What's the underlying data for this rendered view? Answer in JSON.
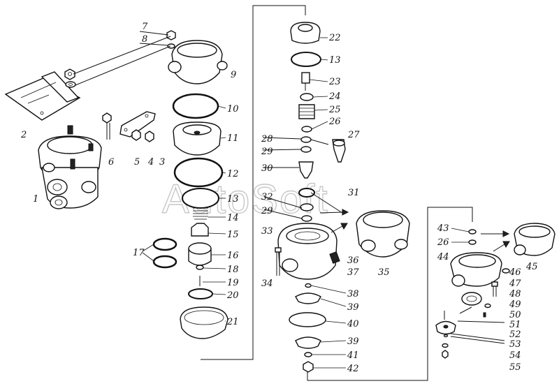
{
  "watermark": "AutoSoft",
  "labels": {
    "l1": "1",
    "l2": "2",
    "l3": "3",
    "l4": "4",
    "l5": "5",
    "l6": "6",
    "l7": "7",
    "l8": "8",
    "l9": "9",
    "l10": "10",
    "l11": "11",
    "l12": "12",
    "l13a": "13",
    "l13b": "13",
    "l14": "14",
    "l15": "15",
    "l16": "16",
    "l17": "17",
    "l18": "18",
    "l19": "19",
    "l20": "20",
    "l21": "21",
    "l22": "22",
    "l23": "23",
    "l24": "24",
    "l25": "25",
    "l26a": "26",
    "l26b": "26",
    "l27": "27",
    "l28": "28",
    "l29a": "29",
    "l29b": "29",
    "l30": "30",
    "l31": "31",
    "l32": "32",
    "l33": "33",
    "l34": "34",
    "l35": "35",
    "l36": "36",
    "l37": "37",
    "l38": "38",
    "l39a": "39",
    "l39b": "39",
    "l40": "40",
    "l41": "41",
    "l42": "42",
    "l43": "43",
    "l44": "44",
    "l45": "45",
    "l46": "46",
    "l47": "47",
    "l48": "48",
    "l49": "49",
    "l50": "50",
    "l51": "51",
    "l52": "52",
    "l53": "53",
    "l54": "54",
    "l55": "55"
  }
}
